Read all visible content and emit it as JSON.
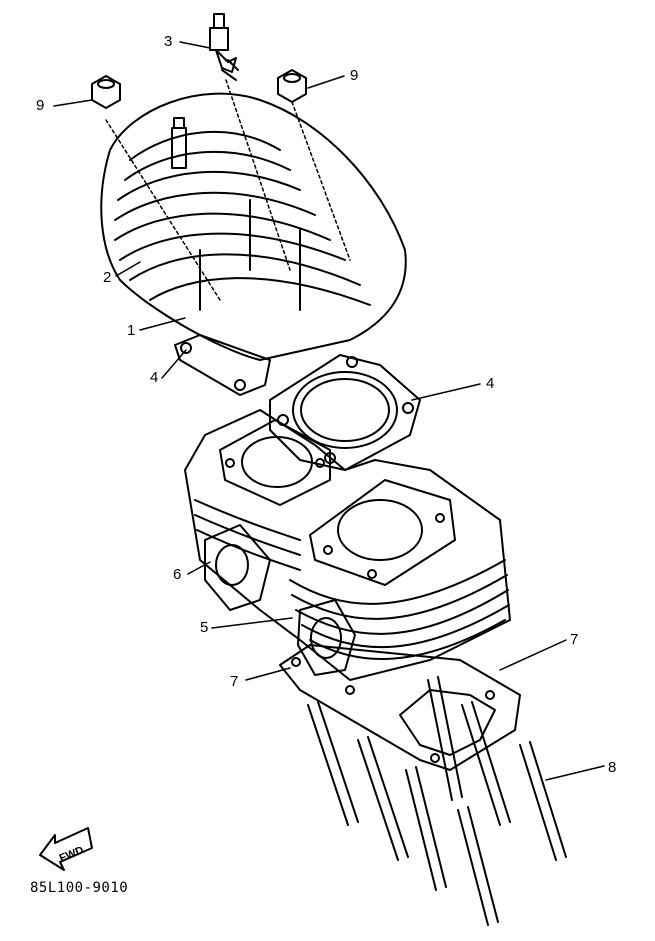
{
  "callouts": {
    "c3": "3",
    "c9a": "9",
    "c9b": "9",
    "c2": "2",
    "c1": "1",
    "c4a": "4",
    "c4b": "4",
    "c6": "6",
    "c5": "5",
    "c7a": "7",
    "c7b": "7",
    "c8": "8"
  },
  "fwd_label": "FWD",
  "drawing_code": "85L100-9010",
  "colors": {
    "ink": "#000000",
    "paper": "#ffffff"
  }
}
